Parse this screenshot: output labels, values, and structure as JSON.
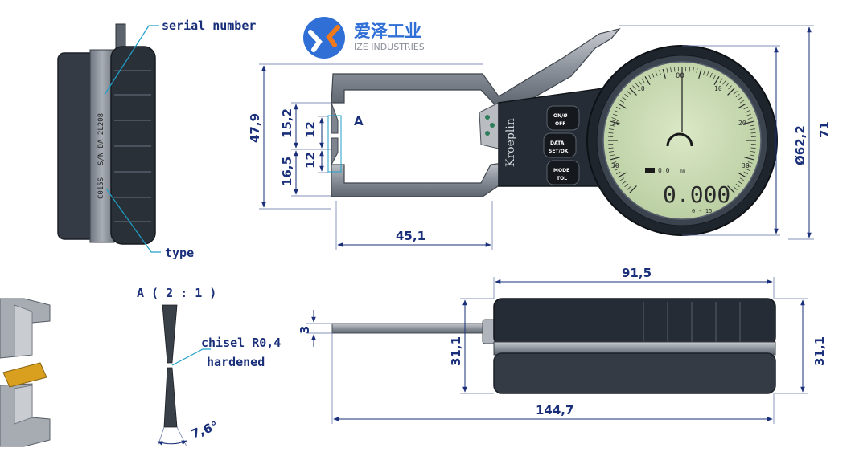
{
  "logo": {
    "cn": "爱泽工业",
    "en": "IZE INDUSTRIES",
    "colors": {
      "blue": "#2f6fd6",
      "orange": "#f07a1a",
      "gray": "#8a8f99"
    }
  },
  "callouts": {
    "serial_number": "serial number",
    "type": "type",
    "detail_title": "A ( 2 : 1 )",
    "detail_marker": "A",
    "chisel": "chisel R0,4",
    "hardened": "hardened",
    "angle": "7,6°"
  },
  "side_view_text": {
    "serial": "S/N DA 2L208",
    "model": "C015S"
  },
  "dimensions": {
    "front": {
      "height_total": "47,9",
      "upper": "15,2",
      "lower": "16,5",
      "jaw_upper": "12",
      "jaw_lower": "12",
      "depth": "45,1",
      "diameter": "Ø62,2",
      "overall_height": "71"
    },
    "bottom": {
      "width_body": "91,5",
      "thickness_jaw": "3",
      "height_left": "31,1",
      "height_right": "31,1",
      "length_total": "144,7"
    }
  },
  "device": {
    "brand": "Kroeplin",
    "buttons": [
      {
        "top": "ON/Ø",
        "bottom": "OFF"
      },
      {
        "top": "DATA",
        "bottom": "SET/OK"
      },
      {
        "top": "MODE",
        "bottom": "TOL"
      }
    ],
    "dial_numbers": [
      "00",
      "10",
      "20",
      "30",
      "10",
      "20",
      "30"
    ],
    "display_reading": "0.000",
    "range": "0 - 15",
    "unit": "mm",
    "zero_label": "0.0"
  },
  "colors": {
    "dimension_text": "#1a2f7a",
    "leader": "#1f9fc9",
    "housing": "#2d3540",
    "lcd": "#c7d9b0",
    "jaw_metal": "#8a9099",
    "insert": "#d9a020"
  }
}
